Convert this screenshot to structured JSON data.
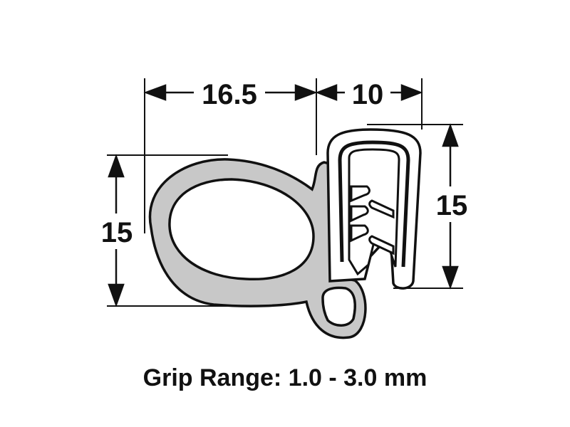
{
  "dimensions": {
    "width_bulb": "16.5",
    "width_clip": "10",
    "height_bulb": "15",
    "height_clip": "15"
  },
  "caption": "Grip Range: 1.0 - 3.0 mm",
  "colors": {
    "profile_fill": "#c8c8c8",
    "line": "#111111"
  }
}
